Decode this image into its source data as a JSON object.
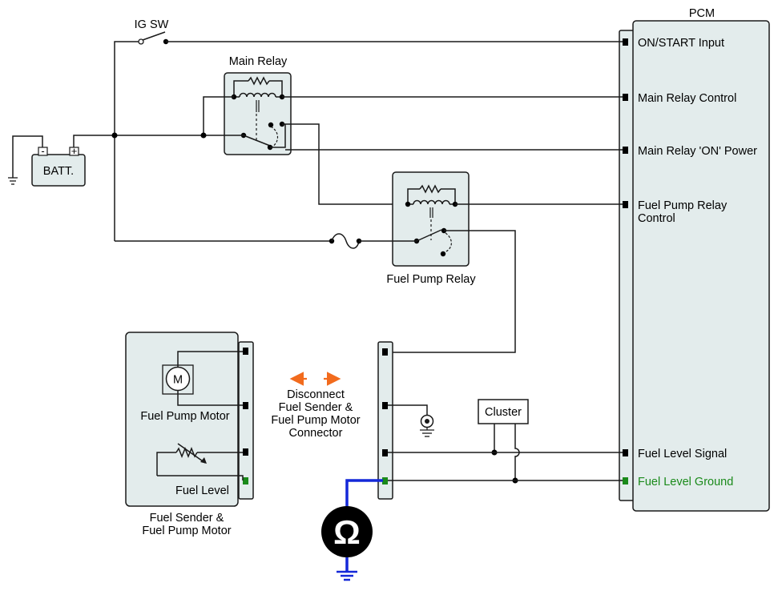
{
  "labels": {
    "pcm_title": "PCM",
    "ig_sw": "IG SW",
    "main_relay": "Main Relay",
    "batt": "BATT.",
    "batt_neg": "-",
    "batt_pos": "+",
    "fuel_pump_relay": "Fuel Pump Relay",
    "cluster": "Cluster",
    "motor_symbol": "M",
    "fuel_pump_motor": "Fuel Pump Motor",
    "fuel_level": "Fuel Level",
    "sender_caption_1": "Fuel Sender &",
    "sender_caption_2": "Fuel Pump Motor",
    "disconnect_1": "Disconnect",
    "disconnect_2": "Fuel Sender &",
    "disconnect_3": "Fuel Pump Motor",
    "disconnect_4": "Connector",
    "ohm_symbol": "Ω"
  },
  "pcm_pins": [
    {
      "label": "ON/START Input"
    },
    {
      "label": "Main Relay Control"
    },
    {
      "label": "Main Relay 'ON' Power"
    },
    {
      "label": "Fuel Pump Relay",
      "label2": "Control"
    },
    {
      "label": "Fuel Level Signal"
    },
    {
      "label": "Fuel Level Ground",
      "highlight": true
    }
  ],
  "colors": {
    "box_fill": "#e3ecec",
    "highlight_green": "#1a8a1a",
    "test_lead_blue": "#1428d8",
    "arrow_orange": "#f26b1d",
    "wire": "#1a1a1a"
  }
}
